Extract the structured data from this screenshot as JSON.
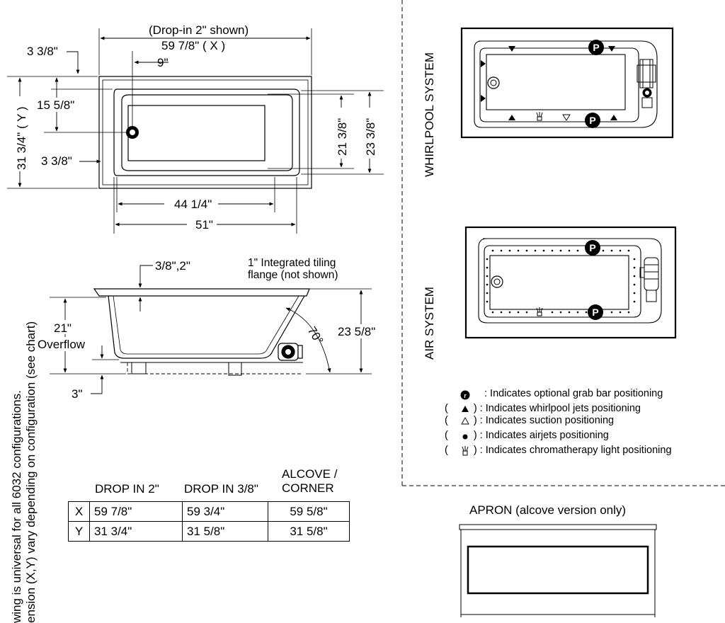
{
  "top_view": {
    "drop_in_note": "(Drop-in 2\" shown)",
    "overall_length": "59 7/8\" ( X )",
    "dim_3_3_8_top": "3 3/8\"",
    "dim_9": "9\"",
    "dim_15_5_8": "15 5/8\"",
    "dim_3_3_8_left": "3 3/8\"",
    "overall_width": "31 3/4\" ( Y )",
    "dim_21_3_8": "21 3/8\"",
    "dim_23_3_8": "23 3/8\"",
    "dim_44_1_4": "44 1/4\"",
    "dim_51": "51\""
  },
  "side_view": {
    "dim_flange": "3/8\",2\"",
    "tiling_note_line1": "1\" Integrated tiling",
    "tiling_note_line2": "flange (not shown)",
    "overflow_height": "21\"",
    "overflow_label": "Overflow",
    "angle": "70°",
    "total_height": "23 5/8\"",
    "dim_3": "3\""
  },
  "universal_note_line1": "wing is universal for all 6032 configurations.",
  "universal_note_line2": "ension (X,Y) vary depending on configuration (see chart)",
  "table": {
    "headers": [
      "DROP IN 2\"",
      "DROP IN 3/8\"",
      "ALCOVE /",
      "CORNER"
    ],
    "rows": [
      {
        "label": "X",
        "values": [
          "59 7/8\"",
          "59 3/4\"",
          "59 5/8\""
        ]
      },
      {
        "label": "Y",
        "values": [
          "31 3/4\"",
          "31 5/8\"",
          "31 5/8\""
        ]
      }
    ]
  },
  "systems": {
    "whirlpool_label": "WHIRLPOOL SYSTEM",
    "air_label": "AIR SYSTEM",
    "grab_bar_symbol": "P"
  },
  "legend": [
    {
      "icon": "grab-bar-icon",
      "prefix": "",
      "text": ": Indicates optional grab bar positioning"
    },
    {
      "icon": "whirlpool-jet-icon",
      "prefix": "(",
      "text": ") : Indicates whirlpool jets positioning"
    },
    {
      "icon": "suction-icon",
      "prefix": "(",
      "text": ") : Indicates suction positioning"
    },
    {
      "icon": "airjet-icon",
      "prefix": "(",
      "text": ") : Indicates airjets positioning"
    },
    {
      "icon": "chromatherapy-light-icon",
      "prefix": "(",
      "text": ") : Indicates chromatherapy light positioning"
    }
  ],
  "apron_title": "APRON (alcove version only)"
}
